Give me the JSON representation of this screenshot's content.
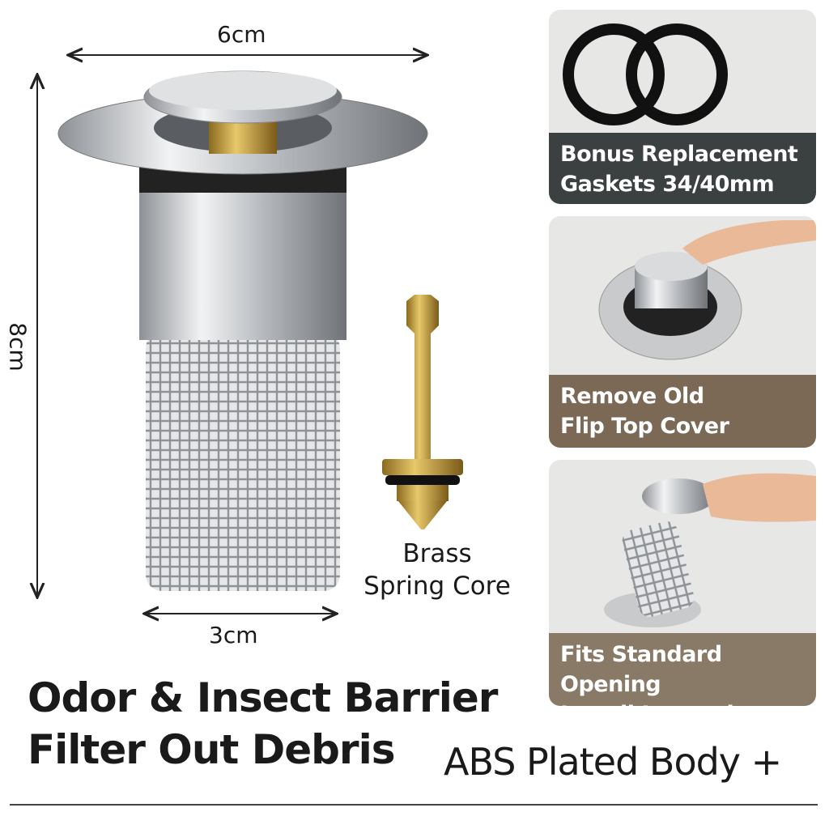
{
  "dimensions": {
    "top_width": "6cm",
    "height": "8cm",
    "bottom_width": "3cm"
  },
  "core_label": {
    "line1": "Brass",
    "line2": "Spring Core"
  },
  "panels": [
    {
      "line1": "Bonus Replacement",
      "line2": "Gaskets 34/40mm",
      "band_color": "#3b4140"
    },
    {
      "line1": "Remove Old",
      "line2": "Flip Top Cover",
      "band_color": "#7b6855"
    },
    {
      "line1": "Fits Standard Opening",
      "line2": "Install Instantly",
      "band_color": "#887a67"
    }
  ],
  "headline": {
    "line1": "Odor & Insect Barrier",
    "line2": "Filter Out Debris"
  },
  "material": "ABS Plated Body +"
}
